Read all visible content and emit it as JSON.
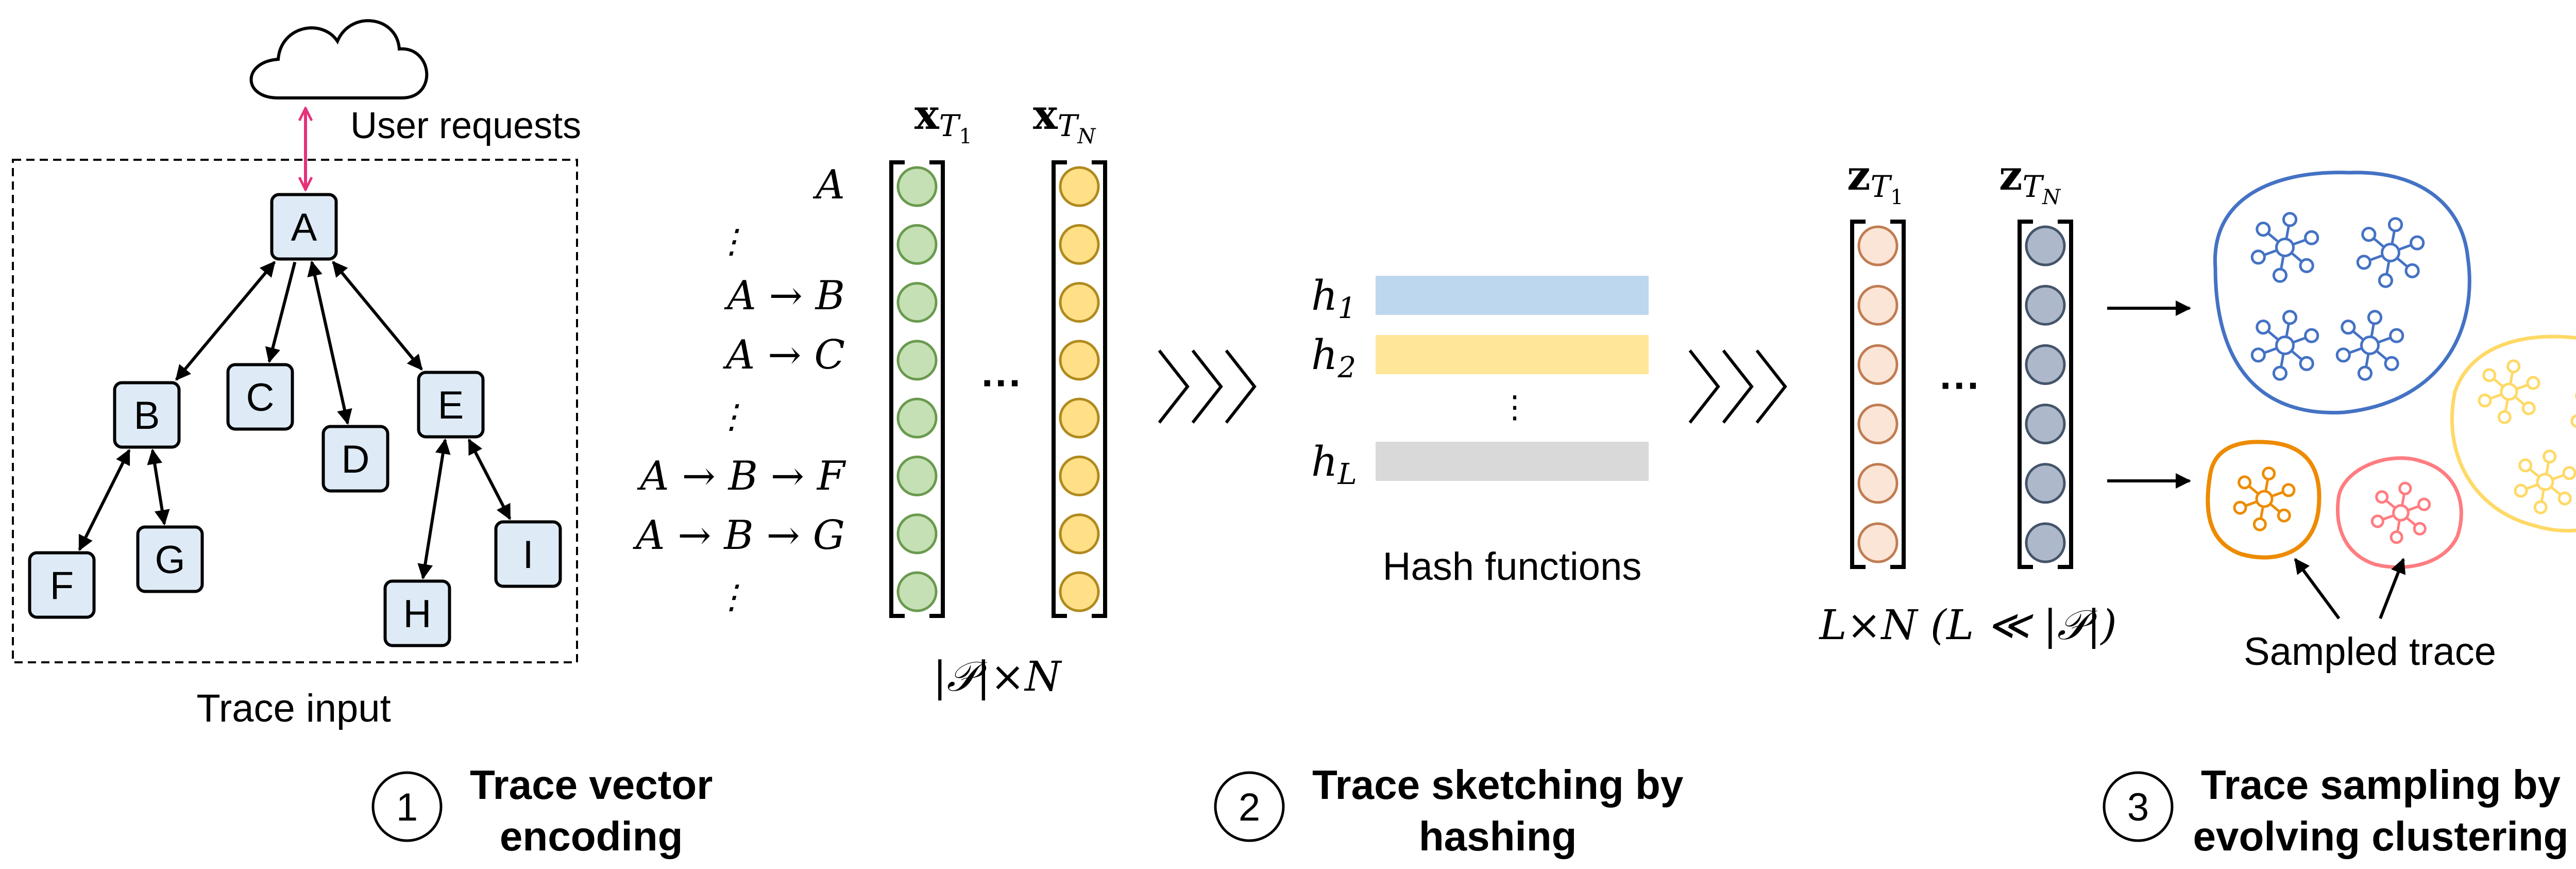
{
  "trace_input": {
    "cloud_label": "User requests",
    "caption": "Trace input",
    "nodes": [
      {
        "id": "A",
        "label": "A"
      },
      {
        "id": "B",
        "label": "B"
      },
      {
        "id": "C",
        "label": "C"
      },
      {
        "id": "D",
        "label": "D"
      },
      {
        "id": "E",
        "label": "E"
      },
      {
        "id": "F",
        "label": "F"
      },
      {
        "id": "G",
        "label": "G"
      },
      {
        "id": "H",
        "label": "H"
      },
      {
        "id": "I",
        "label": "I"
      }
    ],
    "edges": [
      {
        "from": "A",
        "to": "B",
        "style": "double"
      },
      {
        "from": "A",
        "to": "C",
        "style": "single"
      },
      {
        "from": "A",
        "to": "D",
        "style": "double"
      },
      {
        "from": "A",
        "to": "E",
        "style": "double"
      },
      {
        "from": "B",
        "to": "F",
        "style": "double"
      },
      {
        "from": "B",
        "to": "G",
        "style": "double"
      },
      {
        "from": "E",
        "to": "H",
        "style": "double"
      },
      {
        "from": "E",
        "to": "I",
        "style": "double"
      }
    ]
  },
  "paths": [
    "A",
    "⋮",
    "A → B",
    "A → C",
    "⋮",
    "A → B → F",
    "A → B → G",
    "⋮"
  ],
  "vectors": {
    "label_first": "x",
    "label_first_sub": "T",
    "label_first_subsub": "1",
    "label_last": "x",
    "label_last_sub": "T",
    "label_last_subsub": "N",
    "ellipsis": "···",
    "dims": "|𝒫|×N",
    "colors": {
      "first_fill": "#c5e0b4",
      "first_stroke": "#6a9a4e",
      "last_fill": "#ffe087",
      "last_stroke": "#b08a1e"
    }
  },
  "hash": {
    "functions": [
      {
        "name": "h",
        "sub": "1",
        "color": "#bdd7ee"
      },
      {
        "name": "h",
        "sub": "2",
        "color": "#ffe699"
      },
      {
        "name": "h",
        "sub": "L",
        "color": "#d9d9d9"
      }
    ],
    "ellipsis": "⋮",
    "caption": "Hash functions"
  },
  "sketches": {
    "label_first": "z",
    "label_first_sub": "T",
    "label_first_subsub": "1",
    "label_last": "z",
    "label_last_sub": "T",
    "label_last_subsub": "N",
    "ellipsis": "···",
    "dims": "L×N (L ≪ |𝒫|)",
    "colors": {
      "first_fill": "#fbe5d6",
      "first_stroke": "#c07c52",
      "last_fill": "#adb9ca",
      "last_stroke": "#44546a"
    }
  },
  "clusters": {
    "caption": "Sampled trace",
    "colors": {
      "blue": "#4472c4",
      "yellow": "#ffd966",
      "orange": "#ed8b00",
      "red": "#ff7c80"
    }
  },
  "stages": [
    {
      "number": "1",
      "line1": "Trace vector",
      "line2": "encoding"
    },
    {
      "number": "2",
      "line1": "Trace sketching by",
      "line2": "hashing"
    },
    {
      "number": "3",
      "line1": "Trace sampling by",
      "line2": "evolving clustering"
    }
  ]
}
